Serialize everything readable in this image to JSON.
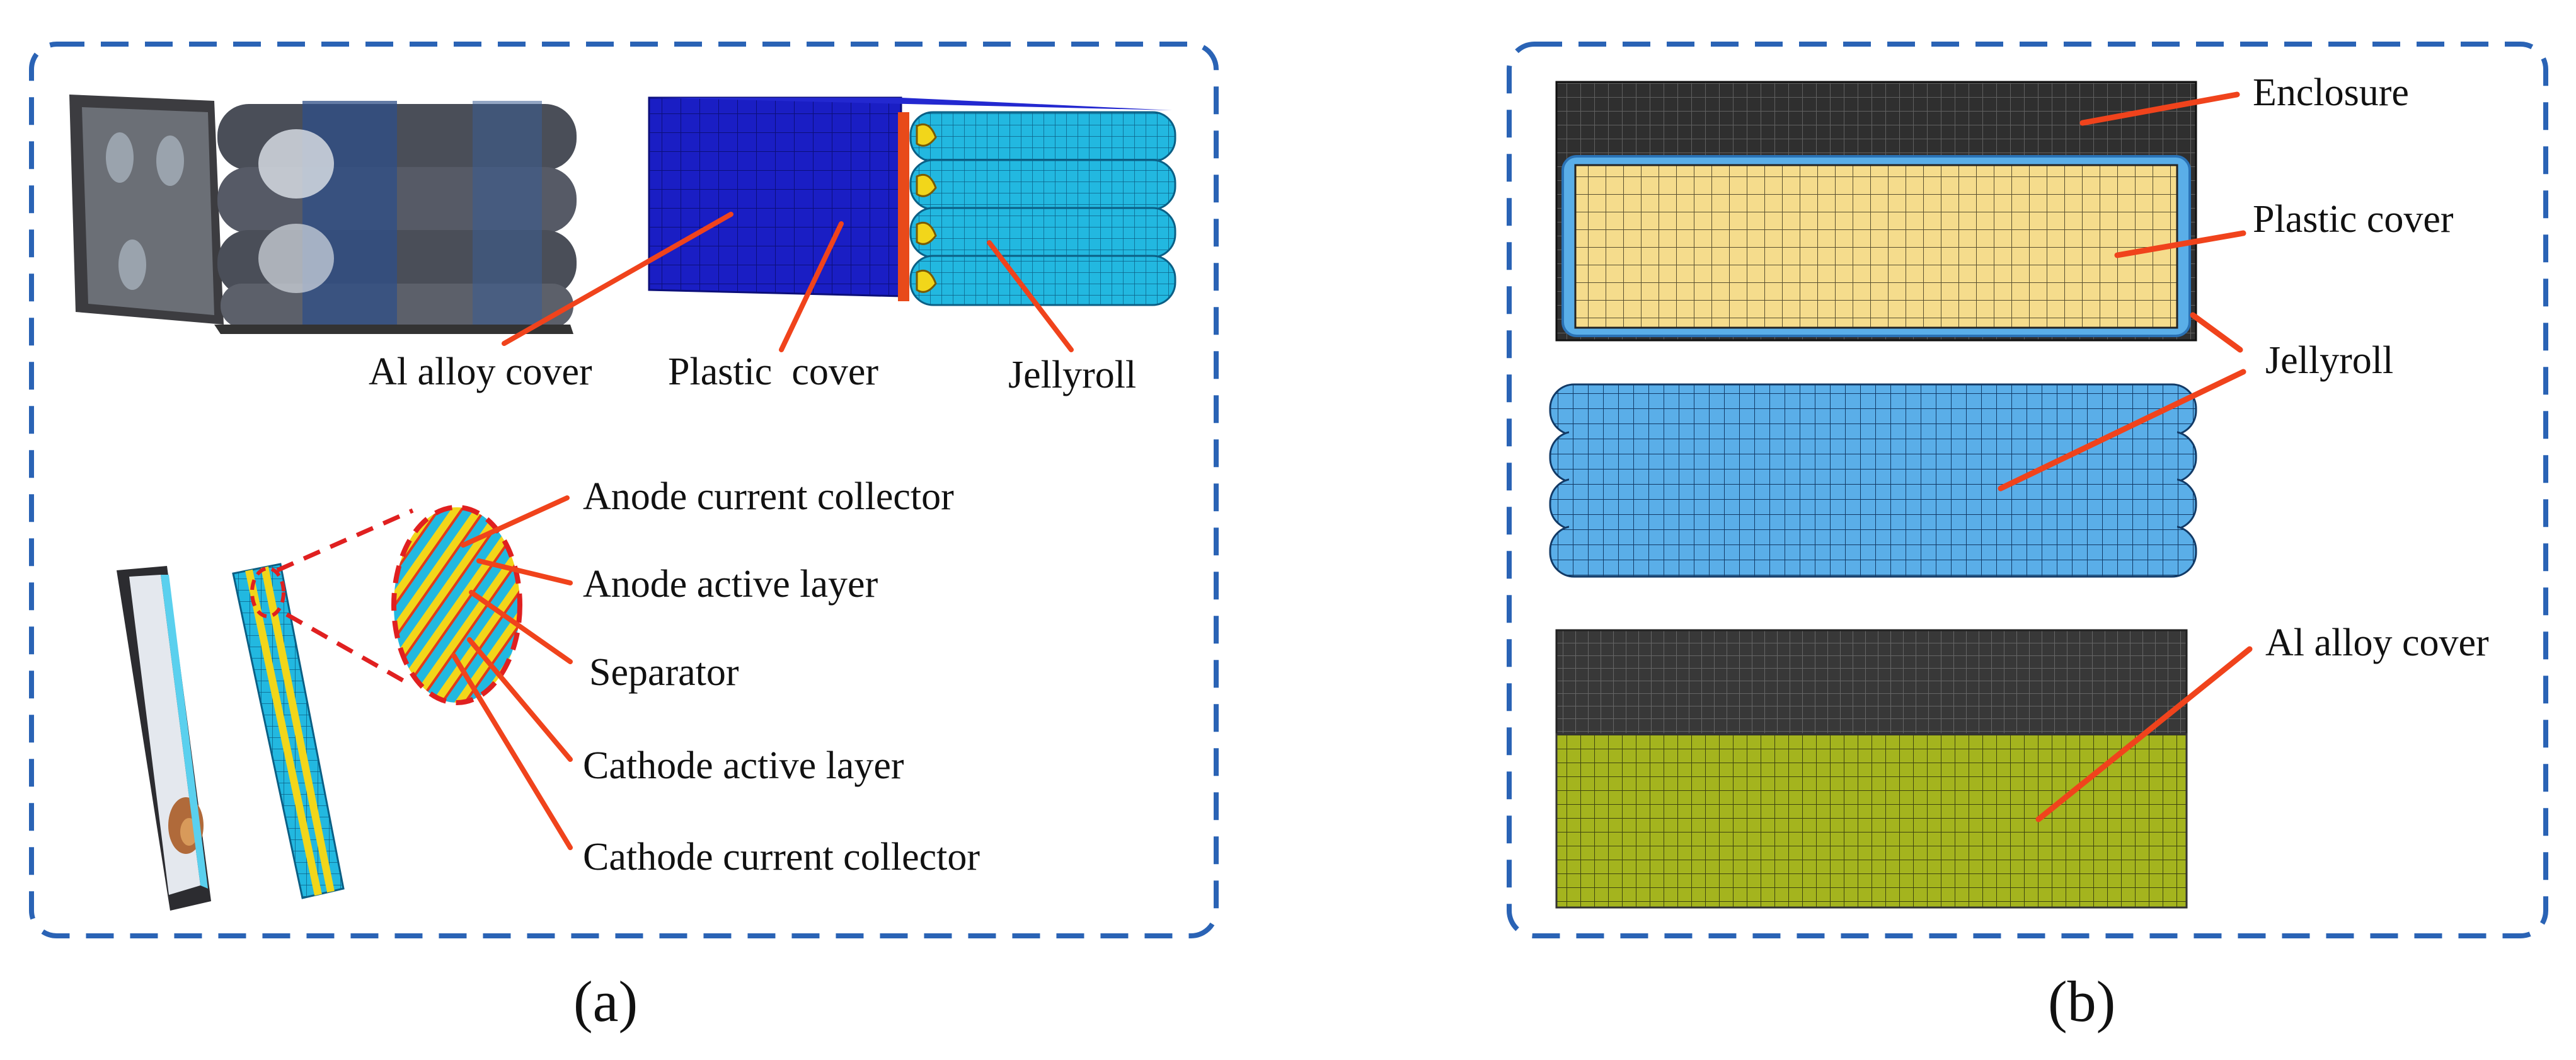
{
  "panel_a": {
    "caption": "(a)",
    "labels": {
      "al_alloy_cover": "Al alloy cover",
      "plastic_cover": "Plastic  cover",
      "jellyroll": "Jellyroll",
      "anode_current_collector": "Anode current collector",
      "anode_active_layer": "Anode active layer",
      "separator": "Separator",
      "cathode_active_layer": "Cathode active layer",
      "cathode_current_collector": "Cathode current collector"
    }
  },
  "panel_b": {
    "caption": "(b)",
    "labels": {
      "enclosure": "Enclosure",
      "plastic_cover": "Plastic cover",
      "jellyroll": "Jellyroll",
      "al_alloy_cover": "Al alloy cover"
    }
  },
  "colors": {
    "frame": "#2a63b5",
    "leader": "#f0431c",
    "al_cover_blue": "#1a1ec4",
    "jellyroll_cyan": "#22b8e0",
    "enclosure_dark": "#333333",
    "plastic_yellow": "#f5dc8c",
    "jellyroll_blue": "#5aaee8",
    "al_cover_olive": "#a4b41e",
    "separator_yellow": "#f2d61a"
  }
}
